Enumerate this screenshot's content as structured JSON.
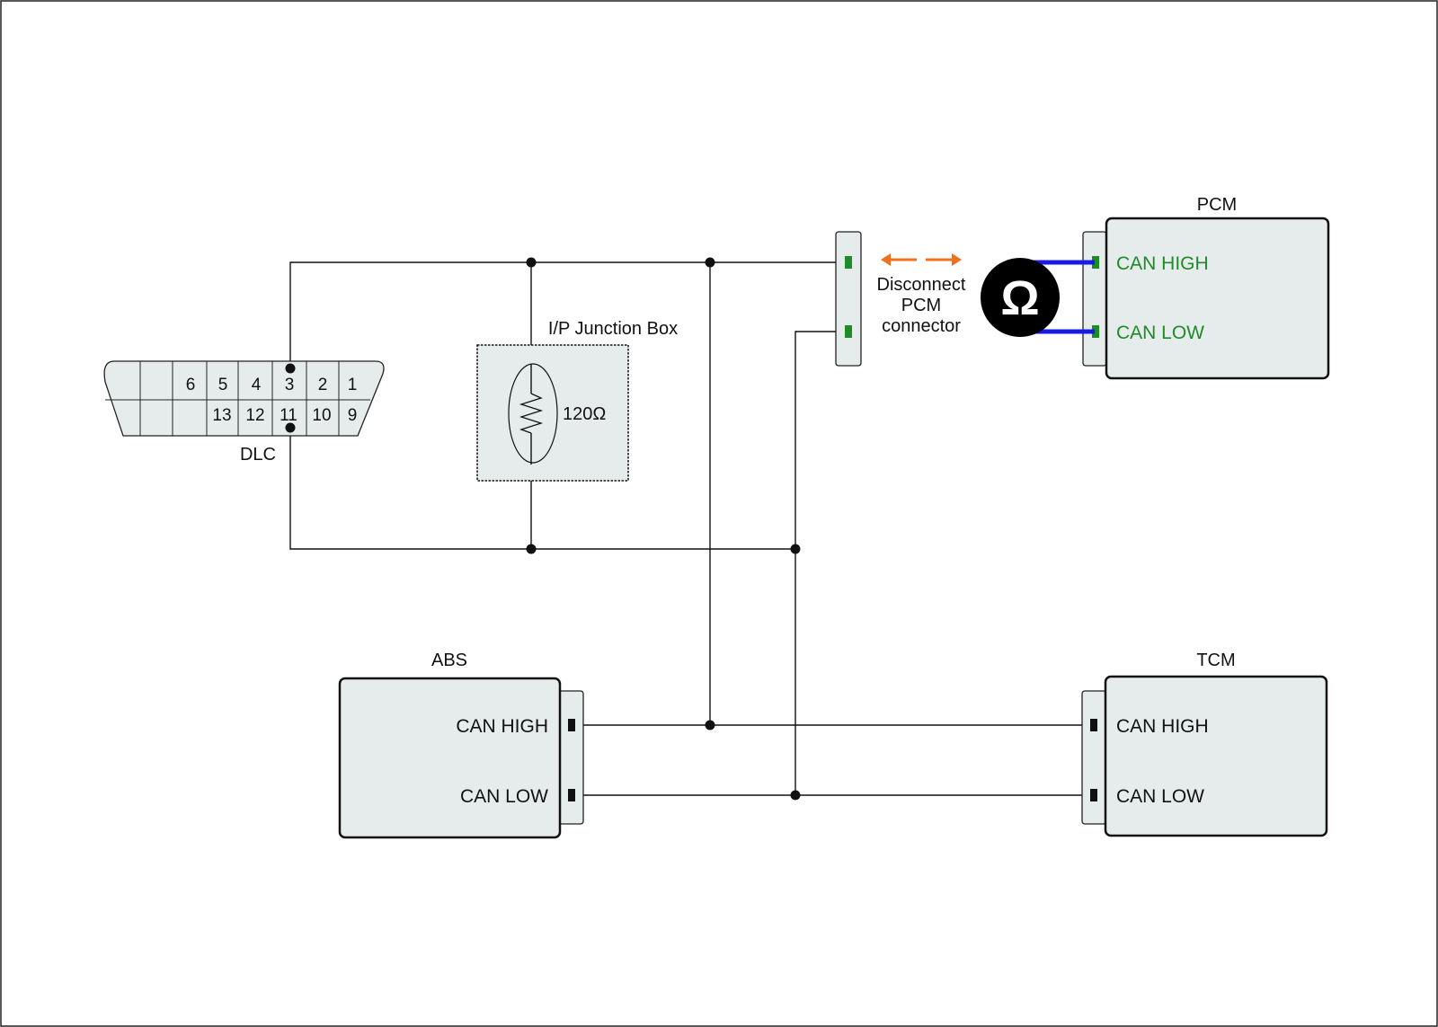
{
  "colors": {
    "wire": "#111111",
    "module_fill": "#e6ecec",
    "pin_black": "#111111",
    "pin_green": "#1e8a28",
    "probe_blue": "#1a1ae6",
    "arrow_orange": "#f07020",
    "ohmmeter_bg": "#000000",
    "highlight_text": "#1e8a28"
  },
  "dlc": {
    "label": "DLC",
    "top_pins": [
      "6",
      "5",
      "4",
      "3",
      "2",
      "1"
    ],
    "bottom_pins": [
      "13",
      "12",
      "11",
      "10",
      "9"
    ]
  },
  "junction_box": {
    "label": "I/P Junction Box",
    "resistor_value": "120Ω"
  },
  "pcm": {
    "label": "PCM",
    "can_high": "CAN HIGH",
    "can_low": "CAN LOW"
  },
  "abs": {
    "label": "ABS",
    "can_high": "CAN HIGH",
    "can_low": "CAN LOW"
  },
  "tcm": {
    "label": "TCM",
    "can_high": "CAN HIGH",
    "can_low": "CAN LOW"
  },
  "instruction": {
    "line1": "Disconnect",
    "line2": "PCM",
    "line3": "connector"
  },
  "ohmmeter": {
    "icon": "ohmmeter-icon",
    "symbol": "Ω"
  }
}
